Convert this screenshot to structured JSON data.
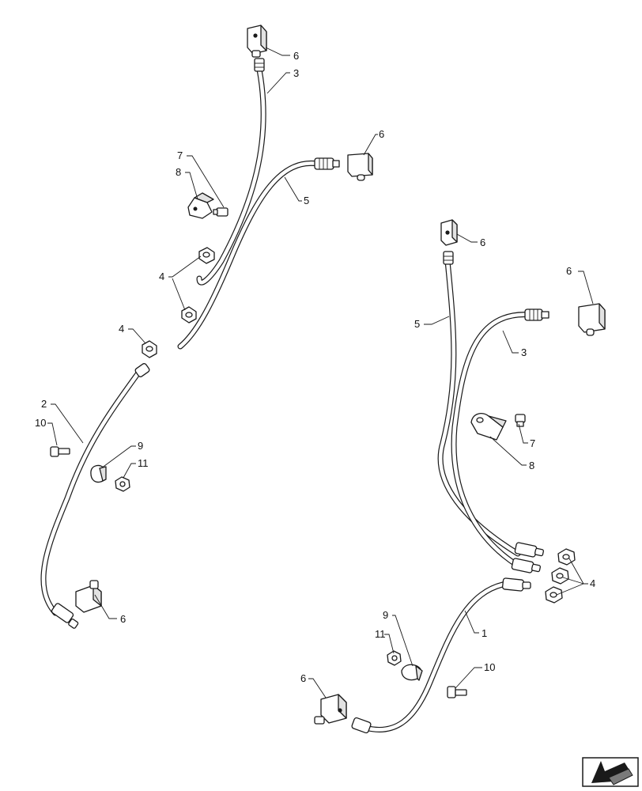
{
  "diagram": {
    "callouts": {
      "l_6_top": "6",
      "l_3_top": "3",
      "l_6_right": "6",
      "l_7": "7",
      "l_8": "8",
      "l_5": "5",
      "l_4_upper": "4",
      "l_4_lower": "4",
      "l_2": "2",
      "l_10": "10",
      "l_9": "9",
      "l_11": "11",
      "l_6_bottom": "6",
      "r_6_top": "6",
      "r_6_right": "6",
      "r_5": "5",
      "r_3": "3",
      "r_7": "7",
      "r_8": "8",
      "r_4": "4",
      "r_1": "1",
      "r_9": "9",
      "r_11": "11",
      "r_10": "10",
      "r_6_bottom": "6"
    },
    "nav_icon": "arrow-left-down-icon"
  }
}
